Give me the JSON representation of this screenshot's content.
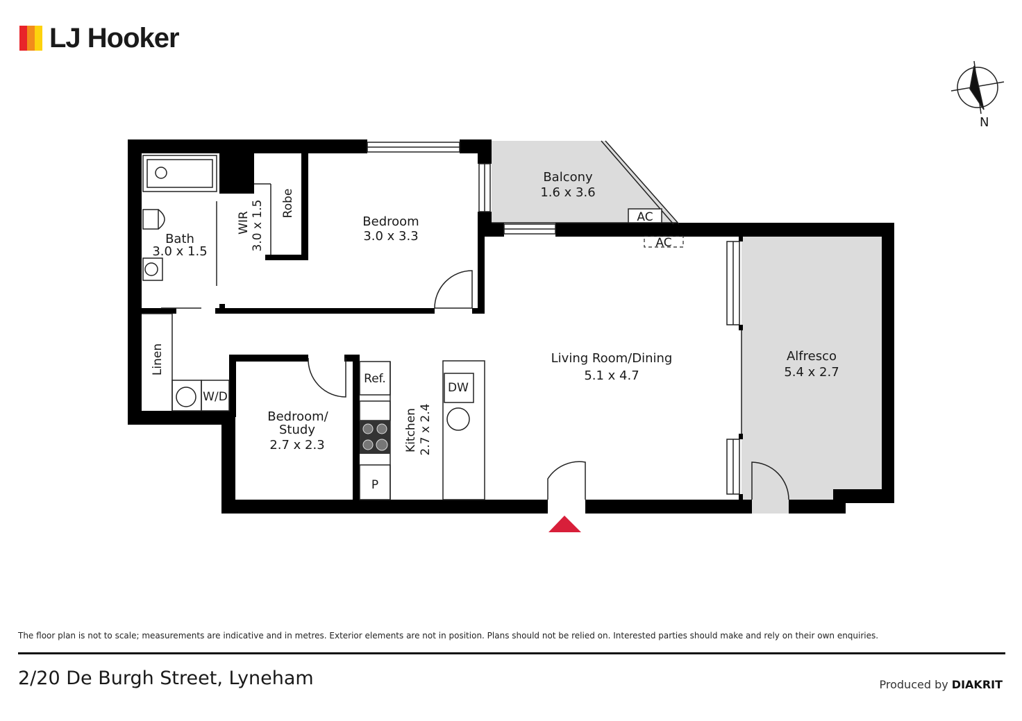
{
  "brand": {
    "name": "LJ Hooker",
    "stripe_colors": [
      "#e8242a",
      "#f28c1b",
      "#fdd20e"
    ]
  },
  "compass": {
    "label": "N"
  },
  "rooms": {
    "balcony": {
      "name": "Balcony",
      "dims": "1.6 x 3.6"
    },
    "bedroom": {
      "name": "Bedroom",
      "dims": "3.0 x 3.3"
    },
    "bath": {
      "name": "Bath",
      "dims": "3.0 x 1.5"
    },
    "wir": {
      "name": "WIR",
      "dims": "3.0 x 1.5"
    },
    "robe": {
      "name": "Robe"
    },
    "living": {
      "name": "Living Room/Dining",
      "dims": "5.1 x 4.7"
    },
    "alfresco": {
      "name": "Alfresco",
      "dims": "5.4 x 2.7"
    },
    "study": {
      "name_line1": "Bedroom/",
      "name_line2": "Study",
      "dims": "2.7 x 2.3"
    },
    "kitchen": {
      "name": "Kitchen",
      "dims": "2.7 x 2.4"
    },
    "linen": {
      "name": "Linen"
    },
    "laundry": {
      "name": "W/D"
    }
  },
  "fixtures": {
    "ac_outdoor": "AC",
    "ac_indoor": "AC",
    "fridge": "Ref.",
    "dishwasher": "DW",
    "pantry": "P"
  },
  "colors": {
    "wall": "#000000",
    "outdoor_fill": "#dcdcdc",
    "entry_marker": "#d81f3a"
  },
  "footer": {
    "disclaimer": "The floor plan is not to scale; measurements are indicative and in metres. Exterior elements are not in position. Plans should not be relied on. Interested parties should make and rely on their own enquiries.",
    "address": "2/20 De Burgh Street, Lyneham",
    "produced_prefix": "Produced by",
    "produced_by": "DIAKRIT"
  }
}
